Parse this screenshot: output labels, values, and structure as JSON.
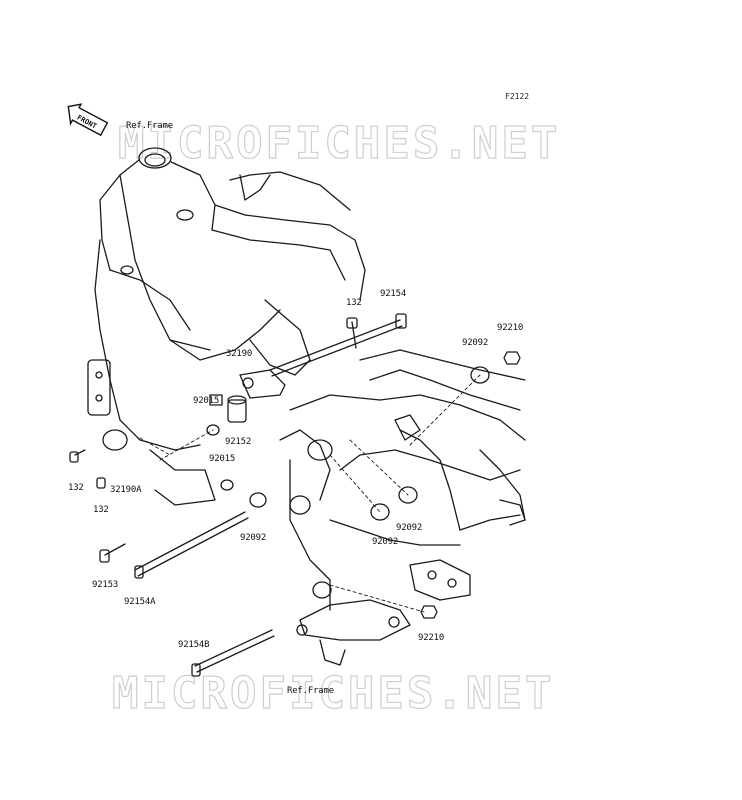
{
  "figure_code": "F2122",
  "front_badge": "FRONT",
  "watermarks": [
    "MICROFICHES.NET",
    "MICROFICHES.NET"
  ],
  "labels": {
    "ref_frame_top": "Ref.Frame",
    "ref_frame_bottom": "Ref.Frame",
    "p132_top": "132",
    "p92154_top": "92154",
    "p92210_top": "92210",
    "p92092_top_right": "92092",
    "p32190": "32190",
    "p92015_top": "92015",
    "p92152": "92152",
    "p92015_mid": "92015",
    "p132_left": "132",
    "p32190A": "32190A",
    "p132_left2": "132",
    "p92092_left": "92092",
    "p92092_mid_right": "92092",
    "p92092_mid": "92092",
    "p92153": "92153",
    "p92154A": "92154A",
    "p92210_bottom": "92210",
    "p92154B": "92154B"
  }
}
